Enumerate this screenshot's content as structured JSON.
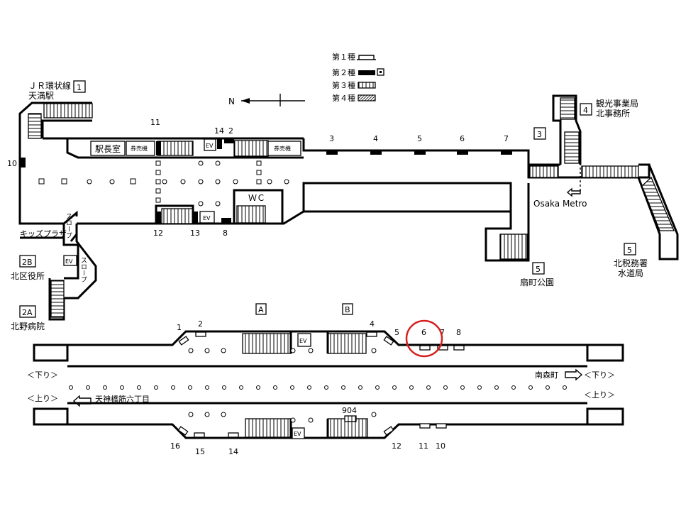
{
  "legend": {
    "items": [
      {
        "label": "第１種",
        "kind": "type1"
      },
      {
        "label": "第２種",
        "kind": "type2"
      },
      {
        "label": "第３種",
        "kind": "type3"
      },
      {
        "label": "第４種",
        "kind": "type4"
      }
    ]
  },
  "compass": {
    "label": "N"
  },
  "exits": [
    {
      "num": "1",
      "dest": [
        "ＪＲ環状線",
        "天満駅"
      ]
    },
    {
      "num": "4",
      "dest": [
        "観光事業局",
        "北事務所"
      ]
    },
    {
      "num": "3",
      "dest": []
    },
    {
      "num": "5",
      "dest": [
        "北税務署",
        "水道局"
      ]
    },
    {
      "num": "5",
      "dest": [
        "扇町公園"
      ]
    },
    {
      "num": "2B",
      "dest": [
        "北区役所"
      ]
    },
    {
      "num": "2A",
      "dest": [
        "北野病院"
      ]
    }
  ],
  "concourse": {
    "station_office": "駅長室",
    "ticket_machine": "券売機",
    "wc": "ＷＣ",
    "ev": "EV",
    "slope": "スロープ",
    "kids_plaza": "キッズプラザ",
    "metro_link": "Osaka Metro",
    "locker_numbers": [
      "11",
      "14",
      "2",
      "3",
      "4",
      "5",
      "6",
      "7",
      "10",
      "12",
      "13",
      "8"
    ]
  },
  "platform": {
    "stair_labels": [
      "A",
      "B"
    ],
    "ev": "EV",
    "upper_numbers": [
      "1",
      "2",
      "4",
      "5",
      "6",
      "7",
      "8"
    ],
    "lower_numbers": [
      "16",
      "15",
      "14",
      "904",
      "12",
      "11",
      "10"
    ],
    "down_left": "＜下り＞",
    "down_right": "＜下り＞",
    "up_left": "＜上り＞",
    "up_right": "＜上り＞",
    "to_minamimori": "南森町",
    "to_tenjin": "天神橋筋六丁目"
  },
  "highlight": {
    "target": "6",
    "color": "#d62020"
  }
}
